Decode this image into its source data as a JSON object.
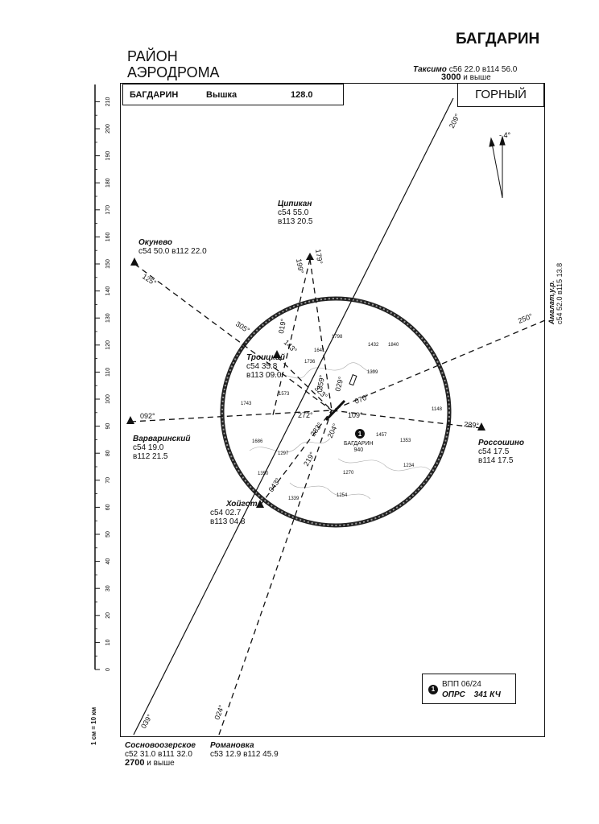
{
  "header": {
    "aerodrome_title": "БАГДАРИН",
    "region_line1": "РАЙОН",
    "region_line2": "АЭРОДРОМА"
  },
  "tower": {
    "name": "БАГДАРИН",
    "service": "Вышка",
    "frequency": "128.0"
  },
  "terrain_badge": "ГОРНЫЙ",
  "magnetic_variation": "- 4°",
  "scale_note": "1 см = 10 км",
  "scale_ticks": [
    "0",
    "10",
    "20",
    "30",
    "40",
    "50",
    "60",
    "70",
    "80",
    "90",
    "100",
    "110",
    "120",
    "130",
    "140",
    "150",
    "160",
    "170",
    "180",
    "190",
    "200",
    "210"
  ],
  "points": {
    "taksimo": {
      "name": "Таксимо",
      "coord": "с56 22.0 в114 56.0",
      "alt": "3000",
      "alt_suffix": " и выше"
    },
    "tsipikan": {
      "name": "Ципикан",
      "coord1": "с54 55.0",
      "coord2": "в113 20.5"
    },
    "okunevo": {
      "name": "Окунево",
      "coord": "с54 50.0 в112 22.0"
    },
    "troitsky": {
      "name": "Троицкий",
      "coord1": "с54 35.8",
      "coord2": "в113 09.0"
    },
    "varvarinsky": {
      "name": "Варваринский",
      "coord1": "с54 19.0",
      "coord2": "в112 21.5"
    },
    "rossoshino": {
      "name": "Россошино",
      "coord1": "с54 17.5",
      "coord2": "в114 17.5"
    },
    "khoygot": {
      "name": "Хойгот",
      "coord1": "с54 02.7",
      "coord2": "в113 04.8"
    },
    "amalat": {
      "name": "Амалат,у.р.",
      "coord": "с54 52.0 в115 13.8"
    },
    "sosnovoozerskoe": {
      "name": "Сосновоозерское",
      "coord": "с52 31.0 в111 32.0",
      "alt": "2700",
      "alt_suffix": " и выше"
    },
    "romanovka": {
      "name": "Романовка",
      "coord": "с53 12.9 в112 45.9"
    }
  },
  "airport_label": "БАГДАРИН",
  "airport_elev": "940",
  "airport_marker": "1",
  "headings": [
    "209°",
    "199°",
    "179°",
    "125°",
    "305°",
    "019°",
    "143°",
    "359°",
    "029°",
    "323°",
    "070°",
    "250°",
    "092°",
    "272°",
    "109°",
    "289°",
    "283°",
    "204°",
    "219°",
    "043°",
    "039°",
    "024°"
  ],
  "spot_heights": [
    "1798",
    "1432",
    "1840",
    "1641",
    "1736",
    "1399",
    "1573",
    "1743",
    "1148",
    "1457",
    "1353",
    "1686",
    "1297",
    "1234",
    "1350",
    "1270",
    "1254",
    "1339"
  ],
  "legend": {
    "marker": "1",
    "runway": "ВПП 06/24",
    "ndb": "ОПРС",
    "ndb_freq": "341 КЧ"
  }
}
